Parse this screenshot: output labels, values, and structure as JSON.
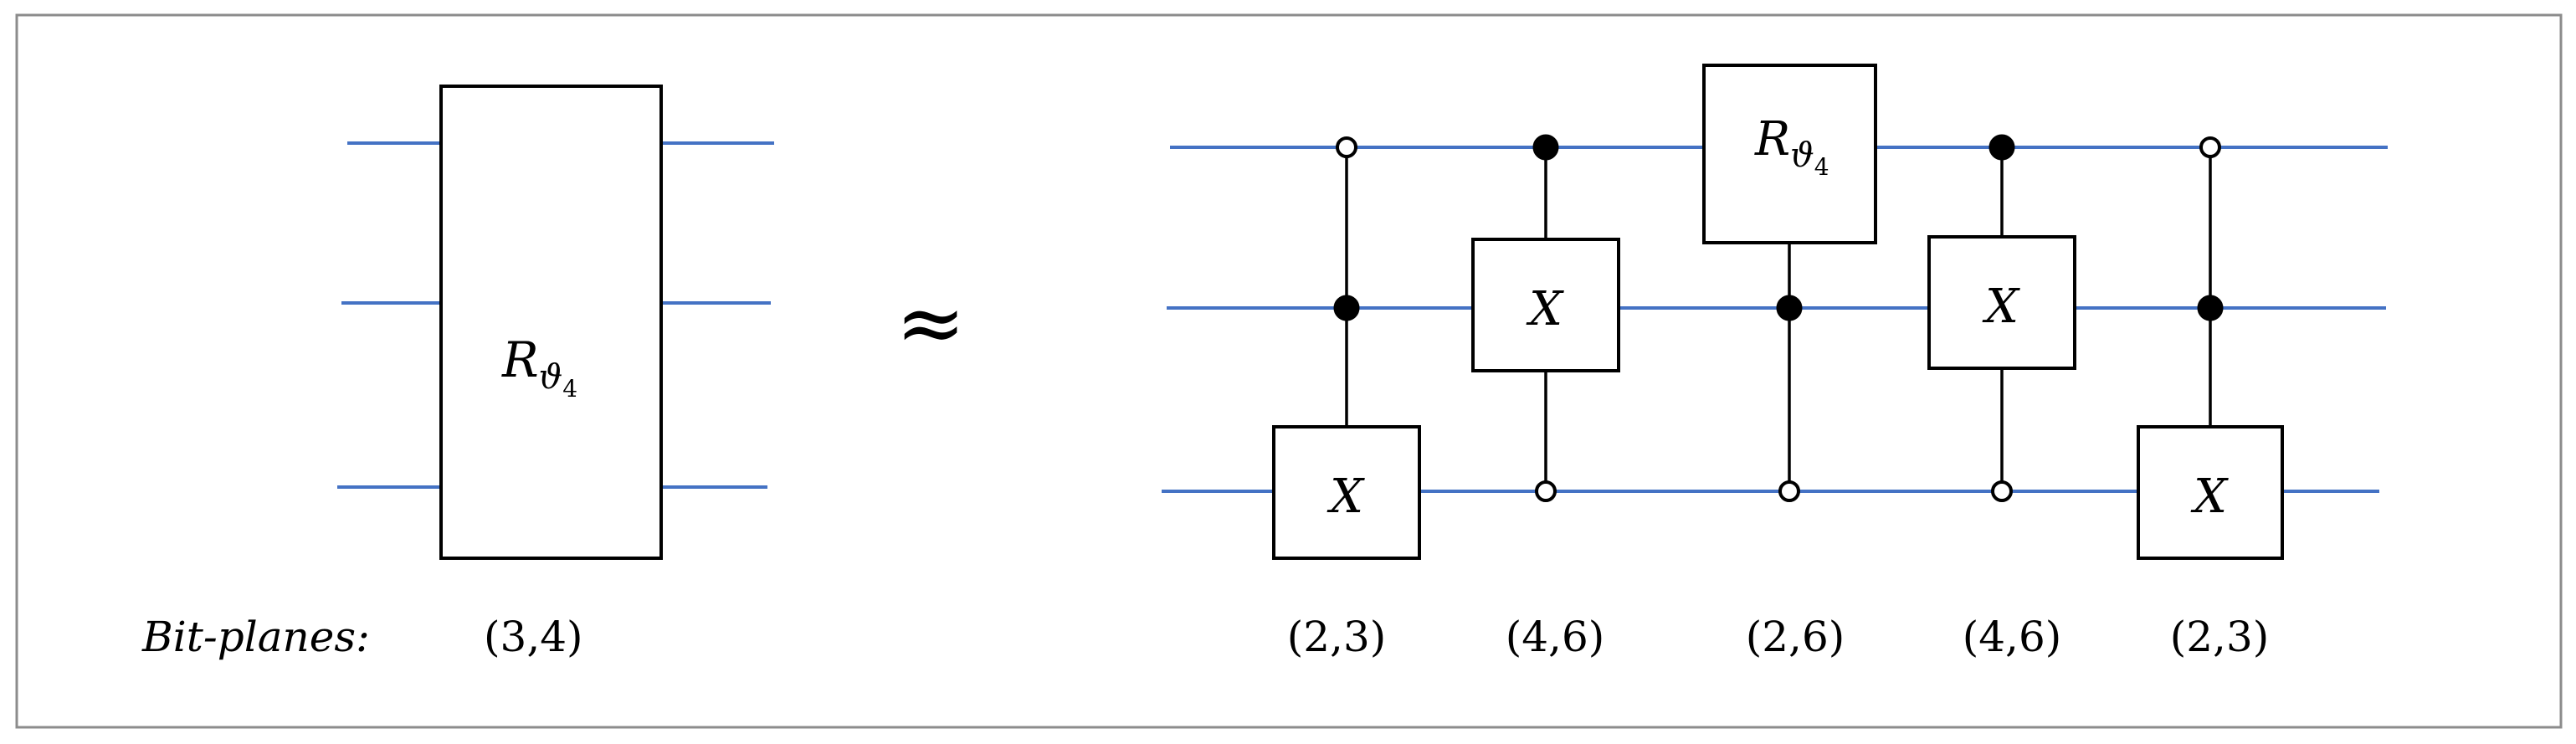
{
  "left_circuit": {
    "gate_label": "R",
    "gate_subscript": "ϑ",
    "gate_subsubscript": "4",
    "bitplanes_caption": "Bit-planes:",
    "bitplanes_value": "(3,4)"
  },
  "approx_symbol": "≈",
  "right_circuit": {
    "x_label": "X",
    "r_label": "R",
    "r_subscript": "ϑ",
    "r_subsubscript": "4",
    "bitplanes": [
      "(2,3)",
      "(4,6)",
      "(2,6)",
      "(4,6)",
      "(2,3)"
    ]
  },
  "colors": {
    "wire": "#4472c4",
    "frame": "#8c8c8c"
  }
}
